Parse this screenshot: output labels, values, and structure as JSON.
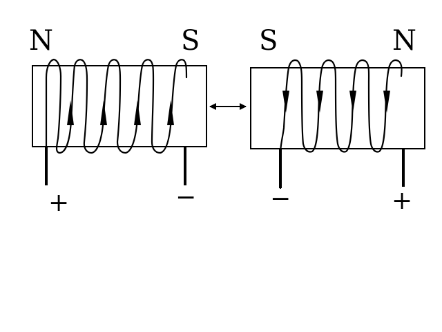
{
  "left_solenoid": {
    "pole_left": "N",
    "pole_right": "S",
    "terminal_left": "+",
    "terminal_right": "−",
    "current_direction": "up"
  },
  "right_solenoid": {
    "pole_left": "S",
    "pole_right": "N",
    "terminal_left": "−",
    "terminal_right": "+",
    "current_direction": "down"
  },
  "interaction": "double-arrow"
}
